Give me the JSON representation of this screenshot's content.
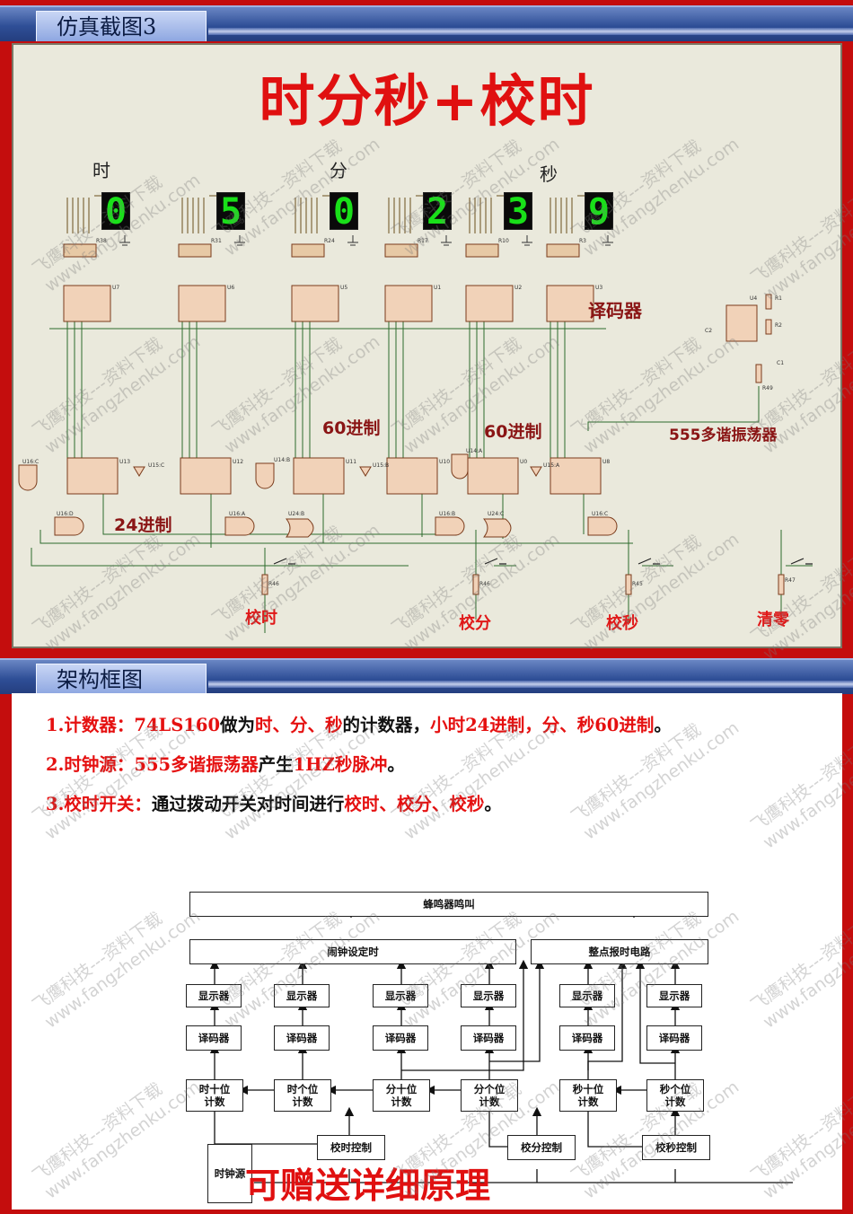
{
  "section1": {
    "tab_label": "仿真截图3"
  },
  "section2": {
    "tab_label": "架构框图"
  },
  "simulation": {
    "title": "时分秒+校时",
    "group_labels": {
      "hour": "时",
      "minute": "分",
      "second": "秒"
    },
    "display_digits": [
      "0",
      "5",
      "0",
      "2",
      "3",
      "9"
    ],
    "decoder_label": "译码器",
    "mod60_label_1": "60进制",
    "mod60_label_2": "60进制",
    "oscillator_label": "555多谐振荡器",
    "mod24_label": "24进制",
    "buttons": {
      "set_hour": "校时",
      "set_minute": "校分",
      "set_second": "校秒",
      "clear": "清零"
    },
    "ref_labels": {
      "u7": "U7",
      "u6": "U6",
      "u5": "U5",
      "u1": "U1",
      "u2": "U2",
      "u3": "U3",
      "u13": "U13",
      "u12": "U12",
      "u11": "U11",
      "u10": "U10",
      "u0": "U0",
      "u8": "U8",
      "u4": "U4",
      "r1": "R1",
      "r2": "R2",
      "c1": "C1",
      "c2": "C2",
      "r49": "R49",
      "r46a": "R46",
      "r46b": "R46",
      "r45": "R45",
      "r47": "R47",
      "u16c": "U16:C",
      "u15c": "U15:C",
      "u14b": "U14:B",
      "u15b": "U15:B",
      "u14a": "U14:A",
      "u15a": "U15:A",
      "u16d": "U16:D",
      "u16a": "U16:A",
      "u24b": "U24:B",
      "u16b": "U16:B",
      "u24c": "U24:C",
      "u16c2": "U16:C",
      "r38": "R38",
      "r31": "R31",
      "r24": "R24",
      "r17": "R17",
      "r10": "R10",
      "r3": "R3"
    }
  },
  "notes": {
    "line1": {
      "num": "1.",
      "k1": "计数器：",
      "p1": "74LS160",
      "t1": "做为",
      "k2": "时、分、秒",
      "t2": "的计数器，",
      "k3": "小时24进制，分、秒60进制",
      "t3": "。"
    },
    "line2": {
      "num": "2.",
      "k1": "时钟源：",
      "p1": "555多谐振荡器",
      "t1": "产生",
      "k2": "1HZ秒脉冲",
      "t2": "。"
    },
    "line3": {
      "num": "3.",
      "k1": "校时开关：",
      "t1": "通过拨动开关对时间进行",
      "k2": "校时、校分、校秒",
      "t2": "。"
    }
  },
  "block_diagram": {
    "buzzer": "蜂鸣器鸣叫",
    "alarm": "闹钟设定时",
    "hourly_chime": "整点报时电路",
    "display": "显示器",
    "decoder": "译码器",
    "counters": [
      "时十位计数",
      "时个位计数",
      "分十位计数",
      "分个位计数",
      "秒十位计数",
      "秒个位计数"
    ],
    "set_hour": "校时控制",
    "set_minute": "校分控制",
    "set_second": "校秒控制",
    "clock_source": "时钟源"
  },
  "promo_text": "可赠送详细原理",
  "watermark": {
    "cn": "飞鹰科技---资料下载",
    "url": "www.fangzhenku.com"
  }
}
